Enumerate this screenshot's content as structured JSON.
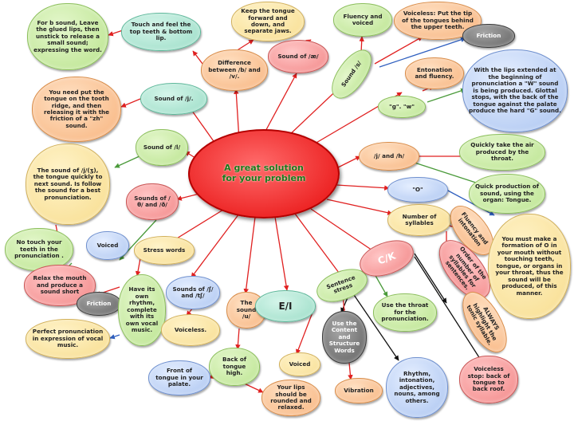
{
  "center": "A great solution for your problem",
  "nodes": {
    "b_sound": "For b sound, Leave the glued lips, then unstick to release a small sound; expressing the word.",
    "touch_feel": "Touch and feel the top teeth & bottom lip.",
    "tongue_forward": "Keep the tongue forward and down, and separate jaws.",
    "fluency_voiced": "Fluency and voiced",
    "voiceless_s": "Voiceless: Put the tip of the tongues behind the upper teeth.",
    "friction_top": "Friction",
    "difference_bv": "Difference between /b/ and /v/.",
    "sound_ae": "Sound of /æ/",
    "sound_s": "Sound /s/",
    "entonation": "Entonation and fluency.",
    "g_w": "\"g\". \"w\"",
    "lips_extended": "With the lips extended at the beginning of pronunciation a \"W\" sound is being produced. Glottal stops, with the back of the tongue against the palate produce the hard \"G\" sound.",
    "tongue_ridge": "You need put the tongue on the tooth ridge, and then releasing it with the friction of a \"zh\" sound.",
    "sound_j": "Sound of /j/.",
    "sound_l": "Sound of /l/",
    "sound_zh": "The sound of /j/(ʒ), the tongue quickly to next sound. Is follow the sound for a best pronunciation.",
    "sounds_th": "Sounds of /θ/ and /ð/",
    "j_h": "/j/ and /h/",
    "quickly_air": "Quickly take the air produced by the throat.",
    "o_label": "\"O\"",
    "quick_production": "Quick production of sound, using the organ: Tongue.",
    "num_syllables": "Number of syllables",
    "fluency_intonation": "Fluency and intonation",
    "order_syllables": "Order of the number of syllables for sentences.",
    "formation_o": "You must make a formation of O in your mouth without touching teeth, tongue, or organs in your throat, thus the sound will be produced, of this manner.",
    "always_tonic": "ALWAYS highlight the tonic syllable.",
    "no_touch": "No touch your teeth in the pronunciation .",
    "voiced_left": "Voiced",
    "stress_words": "Stress words",
    "relax_mouth": "Relax the mouth and produce a sound short",
    "friction_left": "Friction",
    "own_rhythm": "Have its own rhythm, complete with its own vocal music.",
    "sounds_sh": "Sounds of /ʃ/ and /tʃ/",
    "perfect_pron": "Perfect pronunciation in expression of vocal music.",
    "voiceless_mid": "Voiceless.",
    "sound_u": "The sound /u/",
    "e_i": "E/I",
    "sentence_stress": "Sentence stress",
    "ck": "C/K",
    "use_throat": "Use the throat for the pronunciation.",
    "use_content": "Use the Content and Structure Words",
    "back_tongue": "Back of tongue high.",
    "front_tongue": "Front of tongue in your palate.",
    "voiced_bottom": "Voiced",
    "rounded_lips": "Your lips should be rounded and relaxed.",
    "vibration": "Vibration",
    "rhythm_list": "Rhythm, intonation, adjectives, nouns, among others.",
    "voiceless_stop": "Voiceless stop: back of tongue to back roof."
  },
  "colors": {
    "center_fill": "#e60b0b",
    "center_text": "#1a7a1a",
    "link_red": "#e02020",
    "link_green": "#4a9a3a",
    "link_blue": "#2f5fbf",
    "link_black": "#111111"
  }
}
